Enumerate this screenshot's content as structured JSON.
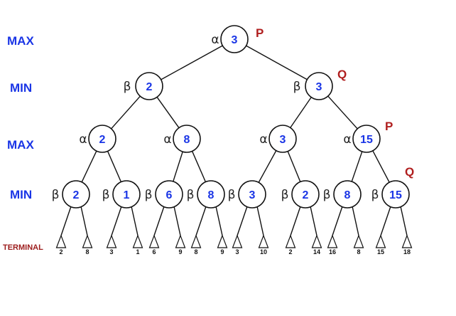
{
  "level_labels": {
    "l0": "MAX",
    "l1": "MIN",
    "l2": "MAX",
    "l3": "MIN",
    "l4": "TERMINAL"
  },
  "colors": {
    "level_text": "#1a35e6",
    "terminal_text": "#9c1c1c",
    "node_value": "#1a35e6",
    "tag_text": "#b01e1e"
  },
  "tree": {
    "root": {
      "value": "3",
      "greek": "α",
      "tag": "P"
    },
    "min_left": {
      "value": "2",
      "greek": "β",
      "tag": ""
    },
    "min_right": {
      "value": "3",
      "greek": "β",
      "tag": "Q"
    },
    "max_nodes": [
      {
        "value": "2",
        "greek": "α",
        "tag": ""
      },
      {
        "value": "8",
        "greek": "α",
        "tag": ""
      },
      {
        "value": "3",
        "greek": "α",
        "tag": ""
      },
      {
        "value": "15",
        "greek": "α",
        "tag": "P"
      }
    ],
    "min_nodes": [
      {
        "value": "2",
        "greek": "β"
      },
      {
        "value": "1",
        "greek": "β"
      },
      {
        "value": "6",
        "greek": "β"
      },
      {
        "value": "8",
        "greek": "β"
      },
      {
        "value": "3",
        "greek": "β"
      },
      {
        "value": "2",
        "greek": "β"
      },
      {
        "value": "8",
        "greek": "β"
      },
      {
        "value": "15",
        "greek": "β"
      }
    ],
    "min_extra_tag": "Q",
    "terminals": [
      "2",
      "8",
      "3",
      "1",
      "6",
      "9",
      "8",
      "9",
      "3",
      "10",
      "2",
      "14",
      "16",
      "8",
      "15",
      "18"
    ]
  }
}
